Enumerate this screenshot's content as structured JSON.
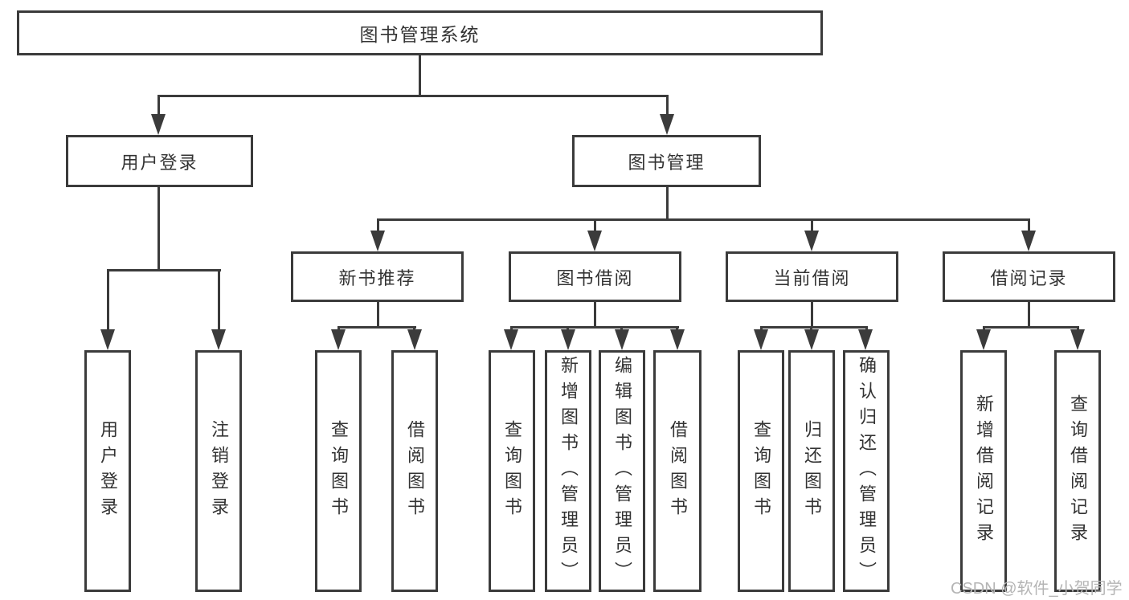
{
  "colors": {
    "line": "#3b3b3b",
    "text": "#333333",
    "box_bg": "#ffffff",
    "page_bg": "#ffffff",
    "watermark": "#b5b5b5"
  },
  "watermark": {
    "text": "CSDN @软件_小贺同学"
  },
  "tree": {
    "root": {
      "label": "图书管理系统"
    },
    "level2": [
      {
        "label": "用户登录",
        "parent": "图书管理系统"
      },
      {
        "label": "图书管理",
        "parent": "图书管理系统"
      }
    ],
    "level3": [
      {
        "label": "新书推荐",
        "parent": "图书管理"
      },
      {
        "label": "图书借阅",
        "parent": "图书管理"
      },
      {
        "label": "当前借阅",
        "parent": "图书管理"
      },
      {
        "label": "借阅记录",
        "parent": "图书管理"
      }
    ],
    "leaves": [
      {
        "label": "用户登录",
        "parent": "用户登录"
      },
      {
        "label": "注销登录",
        "parent": "用户登录"
      },
      {
        "label": "查询图书",
        "parent": "新书推荐"
      },
      {
        "label": "借阅图书",
        "parent": "新书推荐"
      },
      {
        "label": "查询图书",
        "parent": "图书借阅"
      },
      {
        "label": "新增图书（管理员）",
        "parent": "图书借阅"
      },
      {
        "label": "编辑图书（管理员）",
        "parent": "图书借阅"
      },
      {
        "label": "借阅图书",
        "parent": "图书借阅"
      },
      {
        "label": "查询图书",
        "parent": "当前借阅"
      },
      {
        "label": "归还图书",
        "parent": "当前借阅"
      },
      {
        "label": "确认归还（管理员）",
        "parent": "当前借阅"
      },
      {
        "label": "新增借阅记录",
        "parent": "借阅记录"
      },
      {
        "label": "查询借阅记录",
        "parent": "借阅记录"
      }
    ]
  }
}
